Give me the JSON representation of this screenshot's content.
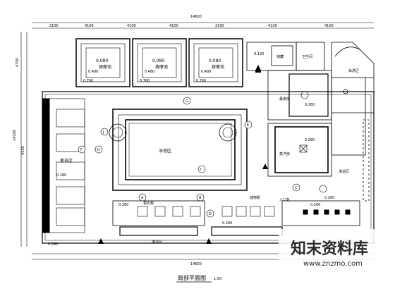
{
  "plan": {
    "title": "局部平面图",
    "scale": "1:50",
    "rooms": {
      "room_a": "按摩池",
      "room_b": "按摩池",
      "room_c": "按摩池",
      "main_pool": "泳池区",
      "changing_left": "更衣区",
      "shower_right": "淋浴区",
      "sauna": "桑拿房",
      "steam": "蒸汽房",
      "lounge": "休息区",
      "entrance": "入口处",
      "rest_lower_right": "淋浴区",
      "wc": "卫生间",
      "store": "储藏",
      "cabinet": "储物柜",
      "locker": "更衣柜"
    },
    "levels": [
      "0.080",
      "0.480",
      "0.760",
      "0.080",
      "0.480",
      "0.760",
      "0.080",
      "0.480",
      "0.760",
      "0.120",
      "0.280",
      "0.280",
      "0.280",
      "0.260",
      "0.260",
      "0.260",
      "0.260",
      "0.280"
    ],
    "dims_top": [
      "2100",
      "4100",
      "4100",
      "4100",
      "2100",
      "4100",
      "4100"
    ],
    "dims_top_total": "14600",
    "dims_left": [
      "4700",
      "14200",
      "4100"
    ],
    "dims_bottom_total": "14600",
    "markers": [
      "A",
      "B",
      "C",
      "D",
      "E",
      "F",
      "G",
      "H",
      "I",
      "J"
    ]
  },
  "watermark": {
    "brand": "知末资料库",
    "url": "www.znzmo.com"
  }
}
